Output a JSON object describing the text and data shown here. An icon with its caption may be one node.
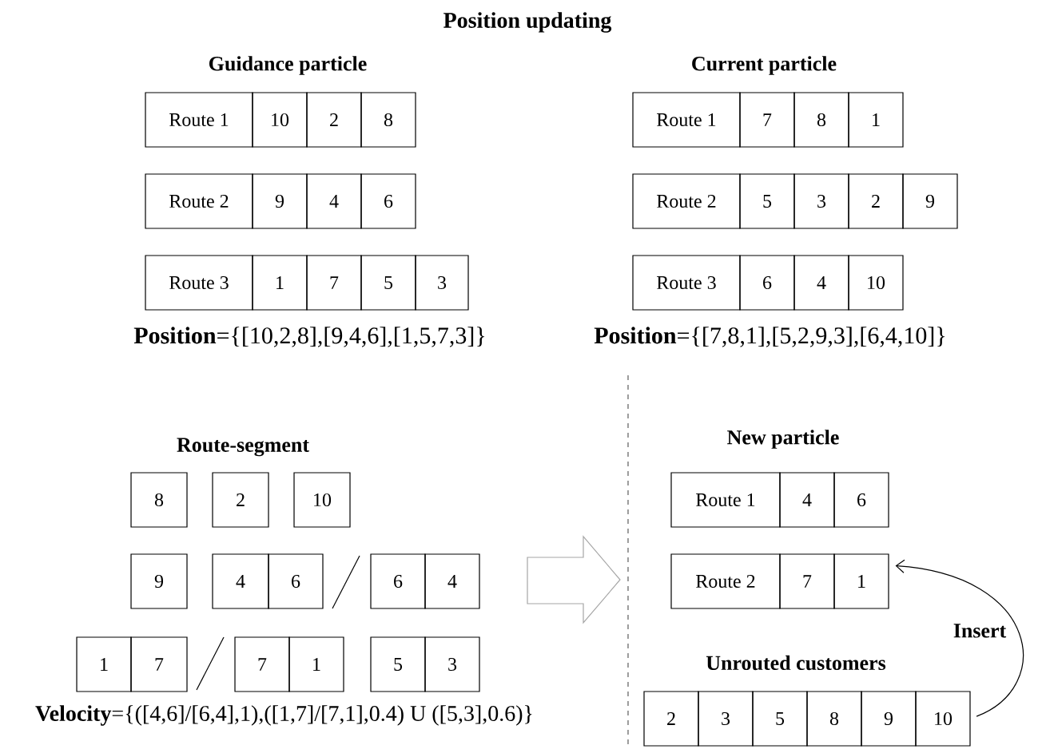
{
  "diagram": {
    "title": "Position updating",
    "nodes": [
      {
        "text": [
          "Route 1"
        ]
      },
      {
        "text": [
          "10"
        ]
      },
      {
        "text": [
          "2"
        ]
      },
      {
        "text": [
          "8"
        ]
      },
      {
        "text": [
          "Route 2"
        ]
      },
      {
        "text": [
          "9"
        ]
      },
      {
        "text": [
          "4"
        ]
      },
      {
        "text": [
          "6"
        ]
      },
      {
        "text": [
          "Route 3"
        ]
      },
      {
        "text": [
          "1"
        ]
      },
      {
        "text": [
          "7"
        ]
      },
      {
        "text": [
          "5"
        ]
      },
      {
        "text": [
          "3"
        ]
      },
      {
        "text": [
          "Route 1"
        ]
      },
      {
        "text": [
          "7"
        ]
      },
      {
        "text": [
          "8"
        ]
      },
      {
        "text": [
          "1"
        ]
      },
      {
        "text": [
          "Route 2"
        ]
      },
      {
        "text": [
          "5"
        ]
      },
      {
        "text": [
          "3"
        ]
      },
      {
        "text": [
          "2"
        ]
      },
      {
        "text": [
          "9"
        ]
      },
      {
        "text": [
          "Route 3"
        ]
      },
      {
        "text": [
          "6"
        ]
      },
      {
        "text": [
          "4"
        ]
      },
      {
        "text": [
          "10"
        ]
      },
      {
        "text": [
          "8"
        ]
      },
      {
        "text": [
          "2"
        ]
      },
      {
        "text": [
          "10"
        ]
      },
      {
        "text": [
          "9"
        ]
      },
      {
        "text": [
          "4"
        ]
      },
      {
        "text": [
          "6"
        ]
      },
      {
        "text": [
          "6"
        ]
      },
      {
        "text": [
          "4"
        ]
      },
      {
        "text": [
          "1"
        ]
      },
      {
        "text": [
          "7"
        ]
      },
      {
        "text": [
          "7"
        ]
      },
      {
        "text": [
          "1"
        ]
      },
      {
        "text": [
          "5"
        ]
      },
      {
        "text": [
          "3"
        ]
      },
      {
        "text": [
          "Route 1"
        ]
      },
      {
        "text": [
          "4"
        ]
      },
      {
        "text": [
          "6"
        ]
      },
      {
        "text": [
          "Route 2"
        ]
      },
      {
        "text": [
          "7"
        ]
      },
      {
        "text": [
          "1"
        ]
      },
      {
        "text": [
          "2"
        ]
      },
      {
        "text": [
          "3"
        ]
      },
      {
        "text": [
          "5"
        ]
      },
      {
        "text": [
          "8"
        ]
      },
      {
        "text": [
          "9"
        ]
      },
      {
        "text": [
          "10"
        ]
      }
    ],
    "edges": [
      {
        "from": 51,
        "to": 45,
        "arrow": "to",
        "label": "Insert"
      }
    ],
    "labels": [
      "Guidance particle",
      "Current particle",
      "**Position**={[10,2,8],[9,4,6],[1,5,7,3]}",
      "**Position**={[7,8,1],[5,2,9,3],[6,4,10]}",
      "Route-segment",
      "**Velocity**={([4,6]/[6,4],1),([1,7]/[7,1],0.4) U ([5,3],0.6)}",
      "New particle",
      "Unrouted customers"
    ]
  }
}
